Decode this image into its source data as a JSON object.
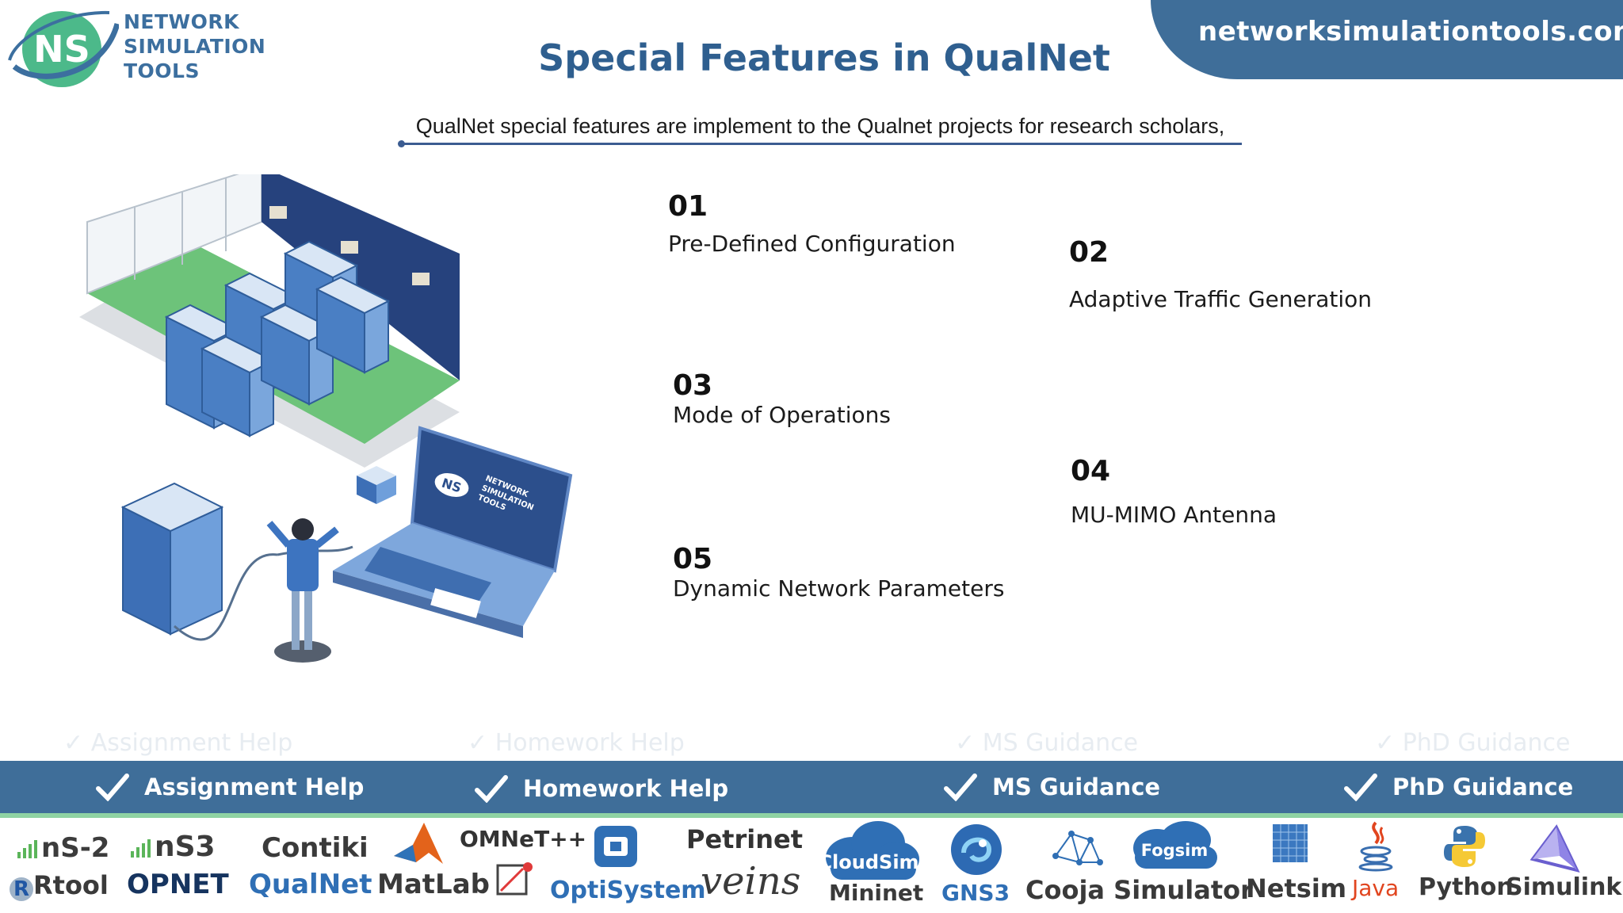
{
  "logo": {
    "initials": "NS",
    "line1": "NETWORK",
    "line2": "SIMULATION",
    "line3": "TOOLS"
  },
  "site_url": "networksimulationtools.com",
  "page_title": "Special Features in QualNet",
  "subtitle": "QualNet special features are implement to the Qualnet projects for research scholars,",
  "illustration": {
    "laptop_logo": "NS",
    "laptop_text1": "NETWORK",
    "laptop_text2": "SIMULATION",
    "laptop_text3": "TOOLS"
  },
  "features": [
    {
      "num": "01",
      "label": "Pre-Defined Configuration"
    },
    {
      "num": "02",
      "label": "Adaptive Traffic Generation"
    },
    {
      "num": "03",
      "label": "Mode of Operations"
    },
    {
      "num": "04",
      "label": "MU-MIMO Antenna"
    },
    {
      "num": "05",
      "label": "Dynamic Network Parameters"
    }
  ],
  "services": [
    "Assignment Help",
    "Homework Help",
    "MS  Guidance",
    "PhD  Guidance"
  ],
  "tools": {
    "ns2": "nS-2",
    "ns3": "nS3",
    "contiki": "Contiki",
    "omnet": "OMNeT++",
    "petrinet": "Petrinet",
    "cloudsim": "CloudSim",
    "fogsim": "Fogsim",
    "rtool": "Rtool",
    "opnet": "OPNET",
    "qualnet": "QualNet",
    "matlab": "MatLab",
    "optisystem": "OptiSystem",
    "veins": "veins",
    "mininet": "Mininet",
    "gns3": "GNS3",
    "cooja": "Cooja Simulator",
    "netsim": "Netsim",
    "java": "Java",
    "python": "Python",
    "simulink": "Simulink"
  },
  "colors": {
    "brand_blue": "#3f6e99",
    "title_blue": "#2f5f8f",
    "accent_green": "#8fd3a3",
    "logo_green": "#4cb98a"
  }
}
